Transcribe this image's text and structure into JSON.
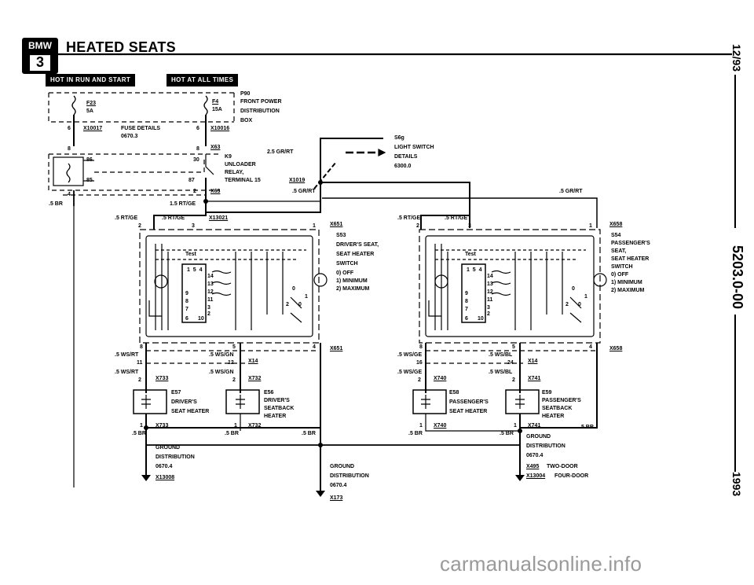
{
  "header": {
    "logo_text": "BMW",
    "logo_number": "3",
    "title": "HEATED SEATS"
  },
  "bars": {
    "hot_run_start": "HOT IN RUN AND START",
    "hot_all_times": "HOT AT ALL TIMES"
  },
  "side": {
    "date": "12/93",
    "code": "5203.0-00",
    "year": "1993"
  },
  "labels": {
    "p90": "P90",
    "front_power": "FRONT POWER",
    "distribution": "DISTRIBUTION",
    "box": "BOX",
    "f23": "F23",
    "f23_amp": "5A",
    "f4": "F4",
    "f4_amp": "15A",
    "x10017": "X10017",
    "x10016": "X10016",
    "fuse_details": "FUSE DETAILS",
    "fuse_ref": "0670.3",
    "pin6a": "6",
    "pin6b": "6",
    "pin8a": "8",
    "pin8b": "8",
    "x63a": "X63",
    "k9": "K9",
    "unloader": "UNLOADER",
    "relay": "RELAY,",
    "terminal15": "TERMINAL 15",
    "r86": "86",
    "r30": "30",
    "r85": "85",
    "r87": "87",
    "wire_25grrt": "2.5 GR/RT",
    "s6g": "S6g",
    "light_switch": "LIGHT SWITCH",
    "details": "DETAILS",
    "light_ref": "6300.0",
    "x1019": "X1019",
    "wire_5grrt_a": ".5 GR/RT",
    "wire_5grrt_b": ".5 GR/RT",
    "pin4a": "4",
    "wire_5br_left": ".5 BR",
    "pin2": "2",
    "x63b": "X63",
    "wire_15rtge": "1.5 RT/GE",
    "wire_5rtge_1": ".5 RT/GE",
    "wire_5rtge_2": ".5 RT/GE",
    "x13021": "X13021",
    "d_pin2": "2",
    "d_pin3": "3",
    "d_pin1": "1",
    "x651": "X651",
    "s53": "S53",
    "drivers_seat": "DRIVER'S SEAT,",
    "seat_heater": "SEAT HEATER",
    "switch": "SWITCH",
    "off": "0) OFF",
    "minimum": "1) MINIMUM",
    "maximum": "2) MAXIMUM",
    "test": "Test",
    "sw_nums": "1  5  4",
    "sw_14": "14",
    "sw_13": "13",
    "sw_12": "12",
    "sw_11": "11",
    "sw_9": "9",
    "sw_8": "8",
    "sw_7": "7",
    "sw_3": "3",
    "sw_2": "2",
    "sw_6": "6",
    "sw_10": "10",
    "sw_0": "0",
    "sw_1": "1",
    "sw_2b": "2",
    "sw_0b": "0",
    "p_wire_rtge_1": ".5 RT/GE",
    "p_wire_rtge_2": ".5 RT/GE",
    "p_pin2": "2",
    "p_pin3": "3",
    "p_pin1": "1",
    "x658": "X658",
    "s54": "S54",
    "passengers": "PASSENGER'S",
    "seat": "SEAT,",
    "seat_heater2": "SEAT HEATER",
    "switch2": "SWITCH",
    "off2": "0) OFF",
    "minimum2": "1) MINIMUM",
    "maximum2": "2) MAXIMUM",
    "wire_5grrt_right": ".5 GR/RT",
    "d_p8": "8",
    "d_p5": "5",
    "d_p4": "4",
    "x651b": "X651",
    "wire_5wsrt_1": ".5 WS/RT",
    "pin11": "11",
    "wire_5wsgn_1": ".5 WS/GN",
    "pin12": "12",
    "x14a": "X14",
    "wire_5wsrt_2": ".5 WS/RT",
    "wire_5wsgn_2": ".5 WS/GN",
    "x733a": "X733",
    "x732a": "X732",
    "pin2c": "2",
    "pin2d": "2",
    "e57": "E57",
    "drivers": "DRIVER'S",
    "seat_heater3": "SEAT HEATER",
    "e56": "E56",
    "drivers2": "DRIVER'S",
    "seatback": "SEATBACK",
    "heater": "HEATER",
    "x733b": "X733",
    "x732b": "X732",
    "pin1a": "1",
    "pin1b": "1",
    "wire_5br_a": ".5 BR",
    "wire_5br_b": ".5 BR",
    "wire_5br_c": ".5 BR",
    "ground": "GROUND",
    "distribution2": "DISTRIBUTION",
    "ground_ref": "0670.4",
    "x13008": "X13008",
    "p_p8": "8",
    "p_p5": "5",
    "p_p4": "4",
    "x658b": "X658",
    "wire_5wsge_1": ".5 WS/GE",
    "pin16": "16",
    "wire_5wsbl_1": ".5 WS/BL",
    "pin24": "24",
    "x14b": "X14",
    "wire_5wsge_2": ".5 WS/GE",
    "wire_5wsbl_2": ".5 WS/BL",
    "x740a": "X740",
    "x741a": "X741",
    "pin2e": "2",
    "pin2f": "2",
    "e58": "E58",
    "passengers2": "PASSENGER'S",
    "seat_heater4": "SEAT HEATER",
    "e59": "E59",
    "passengers3": "PASSENGER'S",
    "seatback2": "SEATBACK",
    "heater2": "HEATER",
    "x740b": "X740",
    "x741b": "X741",
    "pin1c": "1",
    "pin1d": "1",
    "wire_5br_d": ".5 BR",
    "wire_5br_e": ".5 BR",
    "wire_5br_f": ".5 BR",
    "ground2": "GROUND",
    "distribution3": "DISTRIBUTION",
    "ground_ref2": "0670.4",
    "x495": "X495",
    "two_door": "TWO-DOOR",
    "x13004": "X13004",
    "four_door": "FOUR-DOOR",
    "ground3": "GROUND",
    "distribution4": "DISTRIBUTION",
    "ground_ref3": "0670.4",
    "x173": "X173"
  },
  "watermark": "carmanualsonline.info"
}
